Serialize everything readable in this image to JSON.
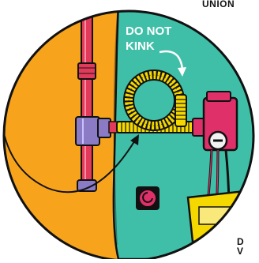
{
  "labels": {
    "union": "UNION",
    "do_not_kink": [
      "DO NOT",
      "KINK"
    ],
    "bottom_right_fragment": [
      "D",
      "V"
    ]
  },
  "colors": {
    "tank_orange": "#f7a41c",
    "water_heater_teal": "#3fbfa8",
    "gas_pipe_red": "#e23a5a",
    "tee_fitting_purple": "#8a7bc4",
    "flex_connector_yellow": "#f5d800",
    "gas_valve_magenta": "#e0306a",
    "outline_black": "#111111"
  },
  "icons": [
    "gas-pipe",
    "tee-fitting",
    "flexible-gas-connector",
    "gas-control-valve",
    "thermostat-knob",
    "curved-pointer-arrow"
  ]
}
